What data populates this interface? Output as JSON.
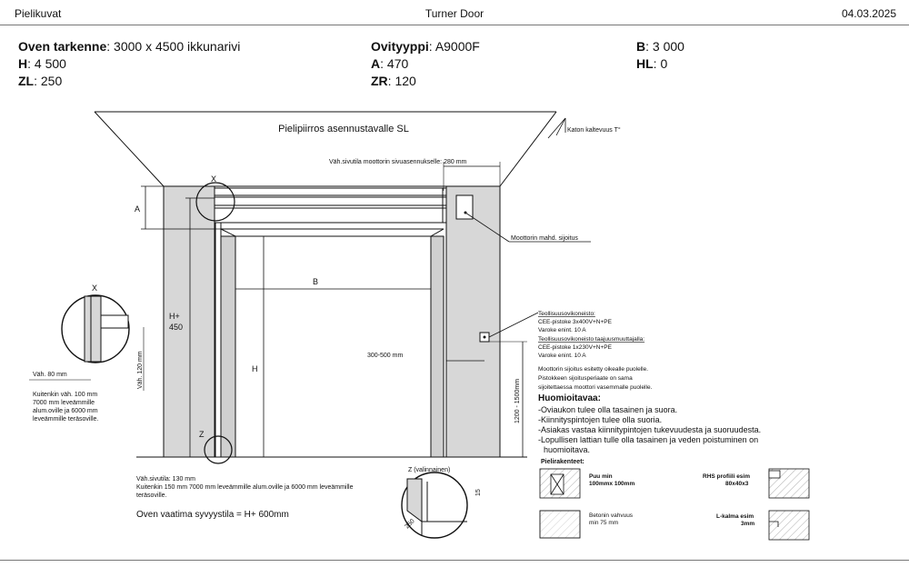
{
  "header": {
    "left": "Pielikuvat",
    "center": "Turner Door",
    "date": "04.03.2025"
  },
  "specs": {
    "oven_label": "Oven tarkenne",
    "oven_value": "3000 x 4500 ikkunarivi",
    "h_label": "H",
    "h_value": "4 500",
    "zl_label": "ZL",
    "zl_value": "250",
    "ovityyppi_label": "Ovityyppi",
    "ovityyppi_value": "A9000F",
    "a_label": "A",
    "a_value": "470",
    "zr_label": "ZR",
    "zr_value": "120",
    "b_label": "B",
    "b_value": "3 000",
    "hl_label": "HL",
    "hl_value": "0"
  },
  "drawing": {
    "title": "Pielipiirros asennustavalle SL",
    "roof_slope": "Katon kaltevuus T°",
    "motor_side_space": "Väh.sivutila moottorin sivuasennukselle: 280 mm",
    "motor_location": "Moottorin mahd. sijoitus",
    "label_x": "X",
    "label_a": "A",
    "label_b": "B",
    "label_h": "H",
    "label_h450_1": "H+",
    "label_h450_2": "450",
    "label_z": "Z",
    "dist_300_500": "300-500 mm",
    "dist_1200_1500": "1200 - 1500mm",
    "detail_x_label": "X",
    "min_80": "Väh. 80 mm",
    "min_120": "Väh. 120 mm",
    "left_note": [
      "Kuitenkin väh. 100 mm",
      "7000 mm leveämmille",
      "alum.oville ja 6000 mm",
      "leveämmille teräsoville."
    ],
    "bottom_note": [
      "Väh.sivutila: 130 mm",
      "Kuitenkin 150 mm 7000 mm leveämmille alum.oville ja 6000 mm leveämmille",
      "teräsoville."
    ],
    "depth_note": "Oven vaatima syvyystila = H+ 600mm",
    "z_optional": "Z (valinnainen)",
    "dim_250": "250",
    "dim_15": "15",
    "elec_lines": [
      "Teollisuusovikoneisto:",
      "CEE-pistoke 3x400V+N+PE",
      "Varoke enint. 10 A",
      "Teollisuusovikoneisto taajuusmuuttajalla:",
      "CEE-pistoke 1x230V+N+PE",
      "Varoke enint. 10 A",
      "Moottorin sijoitus esitetty oikealle puolelle.",
      "Pistokkeen sijoitusperiaate on sama",
      "sijoitettaessa moottori vasemmalle puolelle."
    ],
    "notes_title": "Huomioitavaa:",
    "notes": [
      "-Oviaukon tulee olla tasainen ja suora.",
      "-Kiinnityspintojen tulee olla suoria.",
      "-Asiakas vastaa kiinnitypintojen tukevuudesta ja suoruudesta.",
      "-Lopullisen lattian tulle olla tasainen ja veden poistuminen on",
      "huomioitava."
    ],
    "frame_title": "Pielirakenteet:",
    "frame_wood": [
      "Puu min",
      "100mmx 100mm"
    ],
    "frame_concrete": [
      "Betonin vahvuus",
      "min 75 mm"
    ],
    "frame_rhs": [
      "RHS profiili esim",
      "80x40x3"
    ],
    "frame_lbeam": [
      "L-kalma esim",
      "3mm"
    ]
  }
}
